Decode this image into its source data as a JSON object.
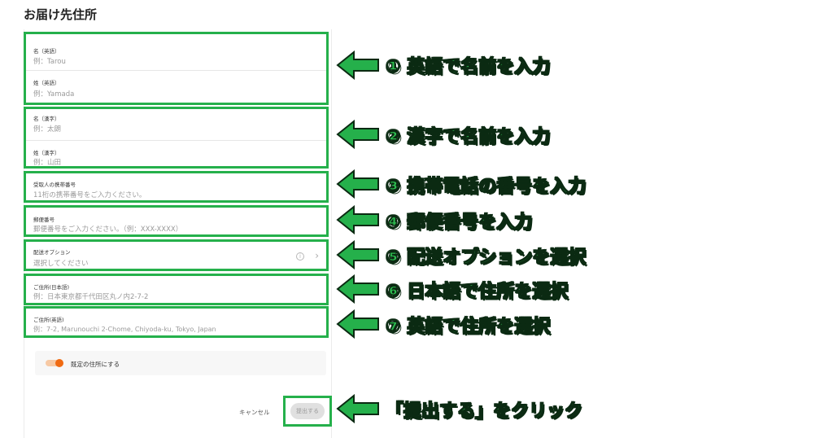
{
  "page_title": "お届け先住所",
  "fields": {
    "first_name_en": {
      "label": "名（英語）",
      "placeholder": "例：Tarou"
    },
    "last_name_en": {
      "label": "姓（英語）",
      "placeholder": "例：Yamada"
    },
    "first_name_kanji": {
      "label": "名（漢字）",
      "placeholder": "例：太朗"
    },
    "last_name_kanji": {
      "label": "姓（漢字）",
      "placeholder": "例：山田"
    },
    "phone": {
      "label": "受取人の携帯番号",
      "placeholder": "11桁の携帯番号をご入力ください。"
    },
    "postal": {
      "label": "郵便番号",
      "placeholder": "郵便番号をご入力ください。（例：XXX-XXXX）"
    },
    "delivery": {
      "label": "配送オプション",
      "placeholder": "選択してください"
    },
    "address_ja": {
      "label": "ご住所(日本語)",
      "placeholder": "例：日本東京都千代田区丸ノ内2-7-2"
    },
    "address_en": {
      "label": "ご住所(英語)",
      "placeholder": "例：7-2, Marunouchi 2-Chome, Chiyoda-ku, Tokyo, Japan"
    }
  },
  "icons": {
    "info": "info-icon",
    "chevron": "chevron-right-icon",
    "arrow": "arrow-left-icon"
  },
  "default_toggle": {
    "label": "既定の住所にする",
    "on": true
  },
  "actions": {
    "cancel": "キャンセル",
    "submit": "提出する"
  },
  "annotations": [
    "① 英語で名前を入力",
    "② 漢字で名前を入力",
    "③ 携帯電話の番号を入力",
    "④ 郵便番号を入力",
    "⑤ 配送オプションを選択",
    "⑥ 日本語で住所を選択",
    "⑦ 英語で住所を選択",
    "「提出する」をクリック"
  ],
  "colors": {
    "annotation_green": "#25b04b",
    "toggle_orange": "#f06a12"
  }
}
